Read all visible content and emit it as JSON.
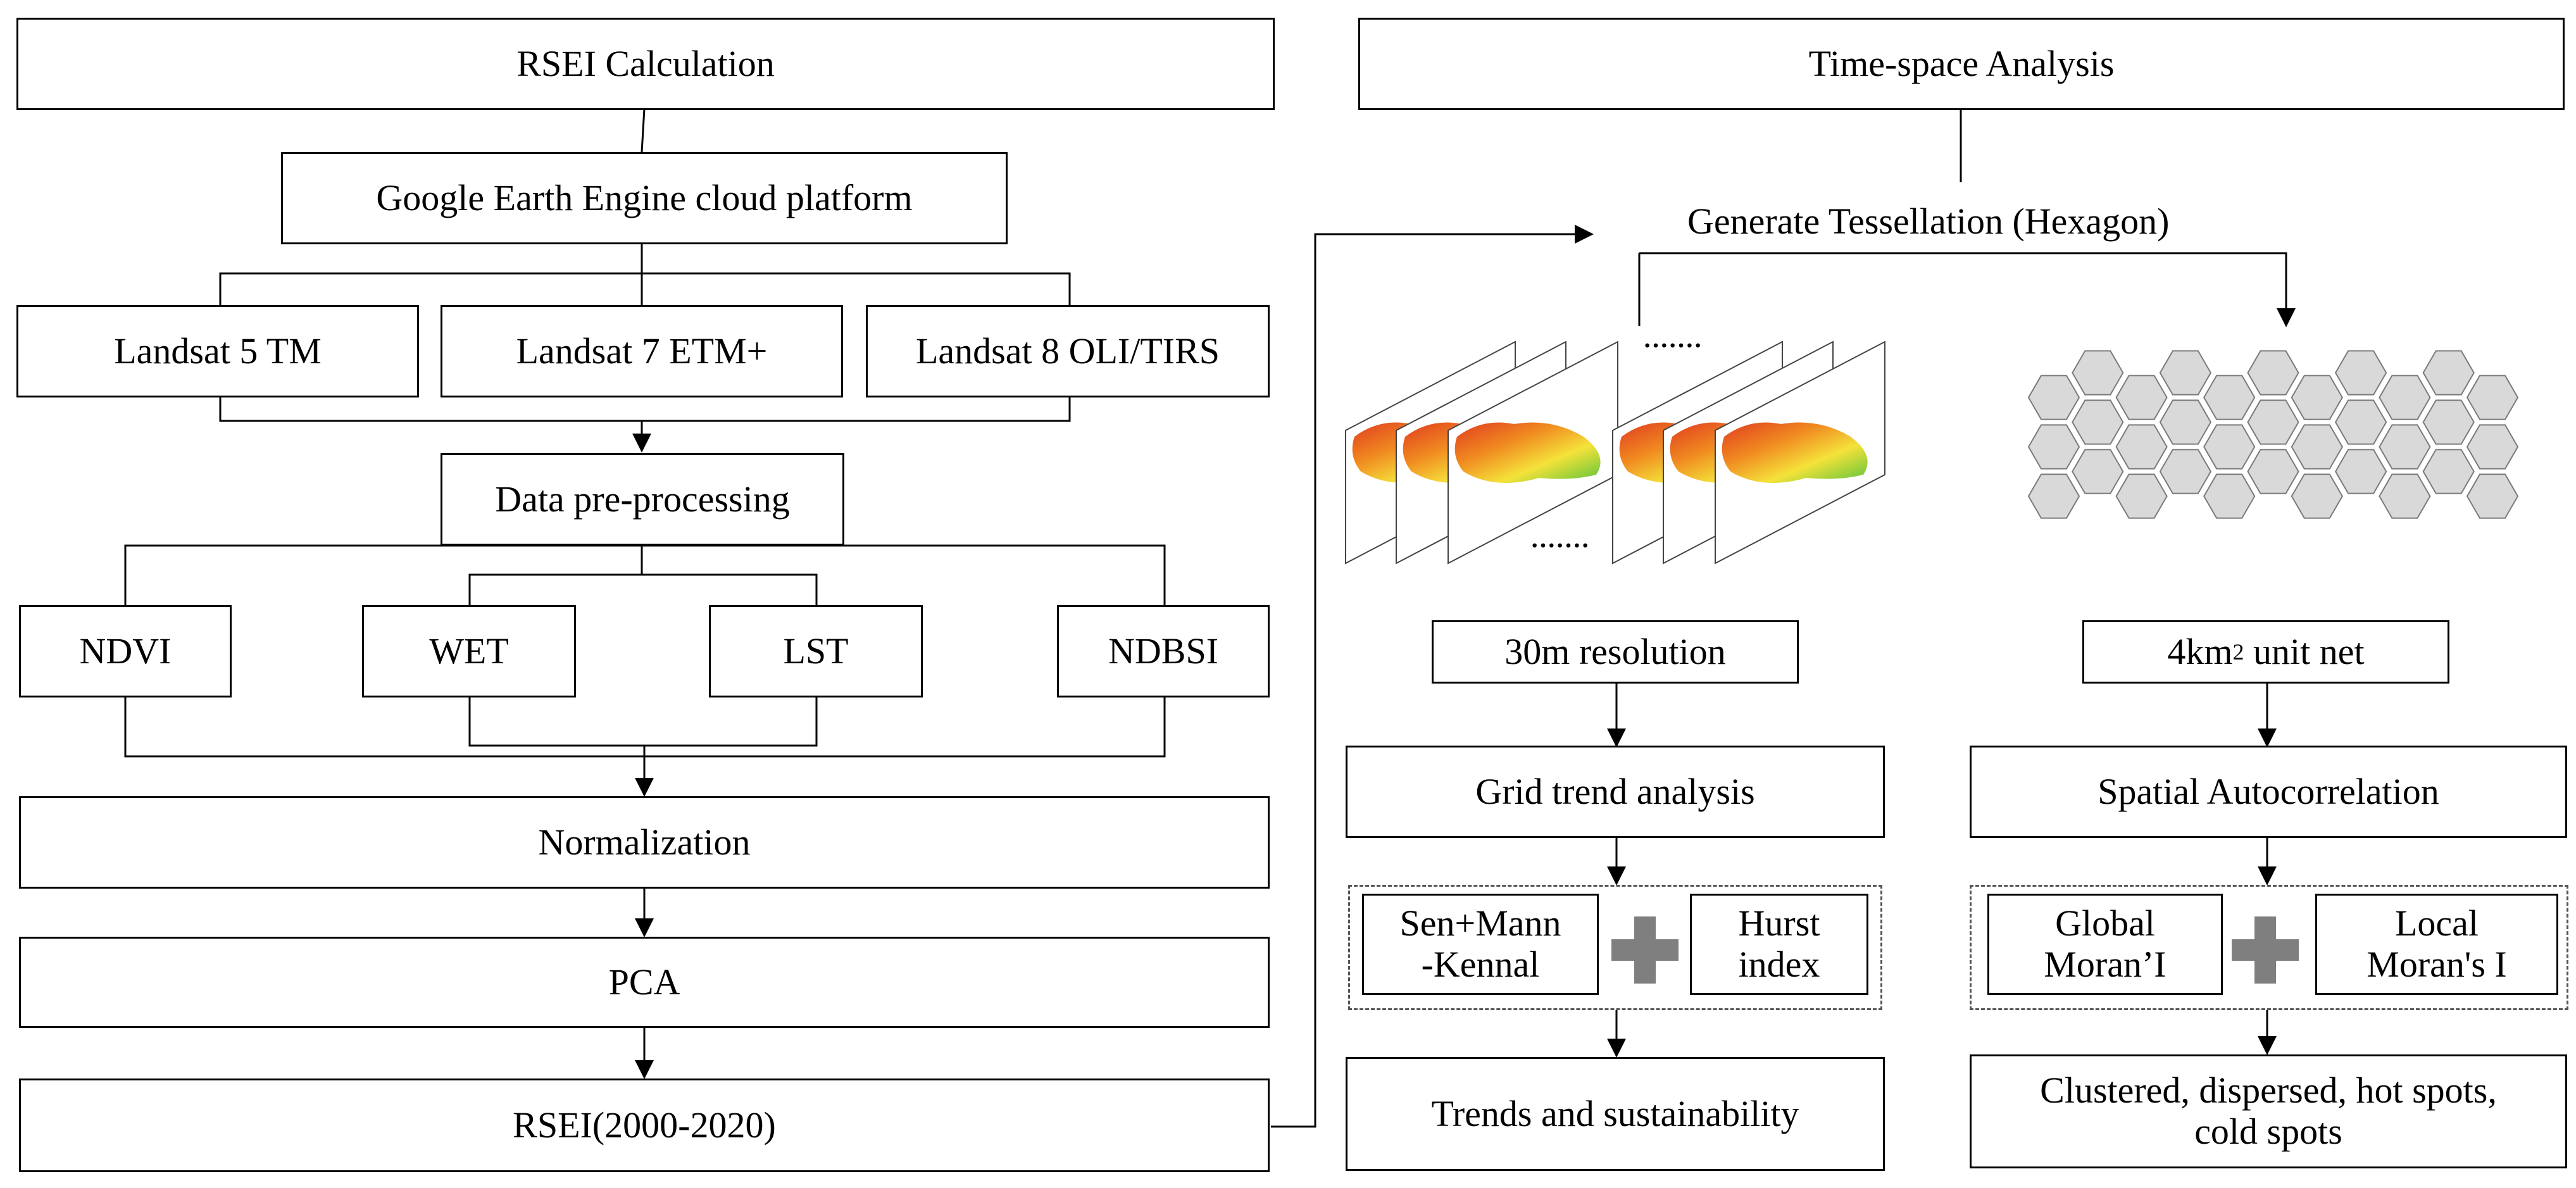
{
  "rsei": {
    "title": "RSEI Calculation",
    "platform": "Google Earth Engine cloud platform",
    "sensors": [
      "Landsat 5 TM",
      "Landsat 7 ETM+",
      "Landsat 8 OLI/TIRS"
    ],
    "preprocessing": "Data pre-processing",
    "indices": [
      "NDVI",
      "WET",
      "LST",
      "NDBSI"
    ],
    "normalization": "Normalization",
    "pca": "PCA",
    "result": "RSEI(2000-2020)"
  },
  "analysis": {
    "title": "Time-space Analysis",
    "tessellation": "Generate Tessellation (Hexagon)",
    "ellipsis": "·······",
    "left": {
      "resolution": "30m resolution",
      "method": "Grid trend analysis",
      "tool1": [
        "Sen+Mann",
        "-Kennal"
      ],
      "tool2": [
        "Hurst",
        "index"
      ],
      "output": "Trends and sustainability"
    },
    "right": {
      "unit_prefix": "4km",
      "unit_sup": "2",
      "unit_suffix": " unit net",
      "method": "Spatial Autocorrelation",
      "tool1": [
        "Global",
        "Moran’I"
      ],
      "tool2": [
        "Local",
        "Moran's I"
      ],
      "output": [
        "Clustered, dispersed, hot spots,",
        "cold spots"
      ]
    }
  },
  "colors": {
    "hexagon_fill": "#d9d9d9",
    "hexagon_stroke": "#7a7a7a",
    "plus": "#7f7f7f"
  }
}
